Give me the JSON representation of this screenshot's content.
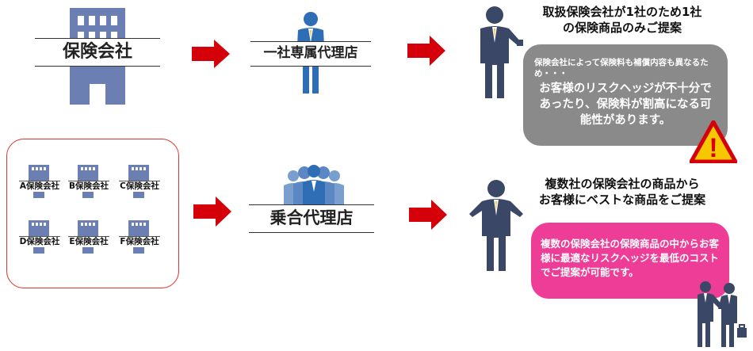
{
  "top": {
    "company_label": "保険会社",
    "agency_label": "一社専属代理店",
    "heading_line1": "取扱保険会社が1社のため1社",
    "heading_line2": "の保険商品のみご提案",
    "bubble_small": "保険会社によって保険料も補償内容も異なるため・・・",
    "bubble_large": "お客様のリスクヘッジが不十分であったり、保険料が割高になる可能性があります。",
    "warning_symbol": "!"
  },
  "bottom": {
    "companies": [
      "A保険会社",
      "B保険会社",
      "C保険会社",
      "D保険会社",
      "E保険会社",
      "F保険会社"
    ],
    "agency_label": "乗合代理店",
    "heading_line1": "複数社の保険会社の商品から",
    "heading_line2": "お客様にベストな商品をご提案",
    "bubble_text": "複数の保険会社の保険商品の中からお客様に最適なリスクヘッジを最低のコストでご提案が可能です。"
  },
  "colors": {
    "building": "#6b7fb3",
    "arrow_red": "#d4000a",
    "person_dark": "#3b4766",
    "person_blue": "#2f6db5",
    "bubble_gray": "#8a8a8a",
    "bubble_pink": "#ee3d97",
    "warning_yellow": "#f7c800",
    "frame_red": "#e0302f"
  }
}
